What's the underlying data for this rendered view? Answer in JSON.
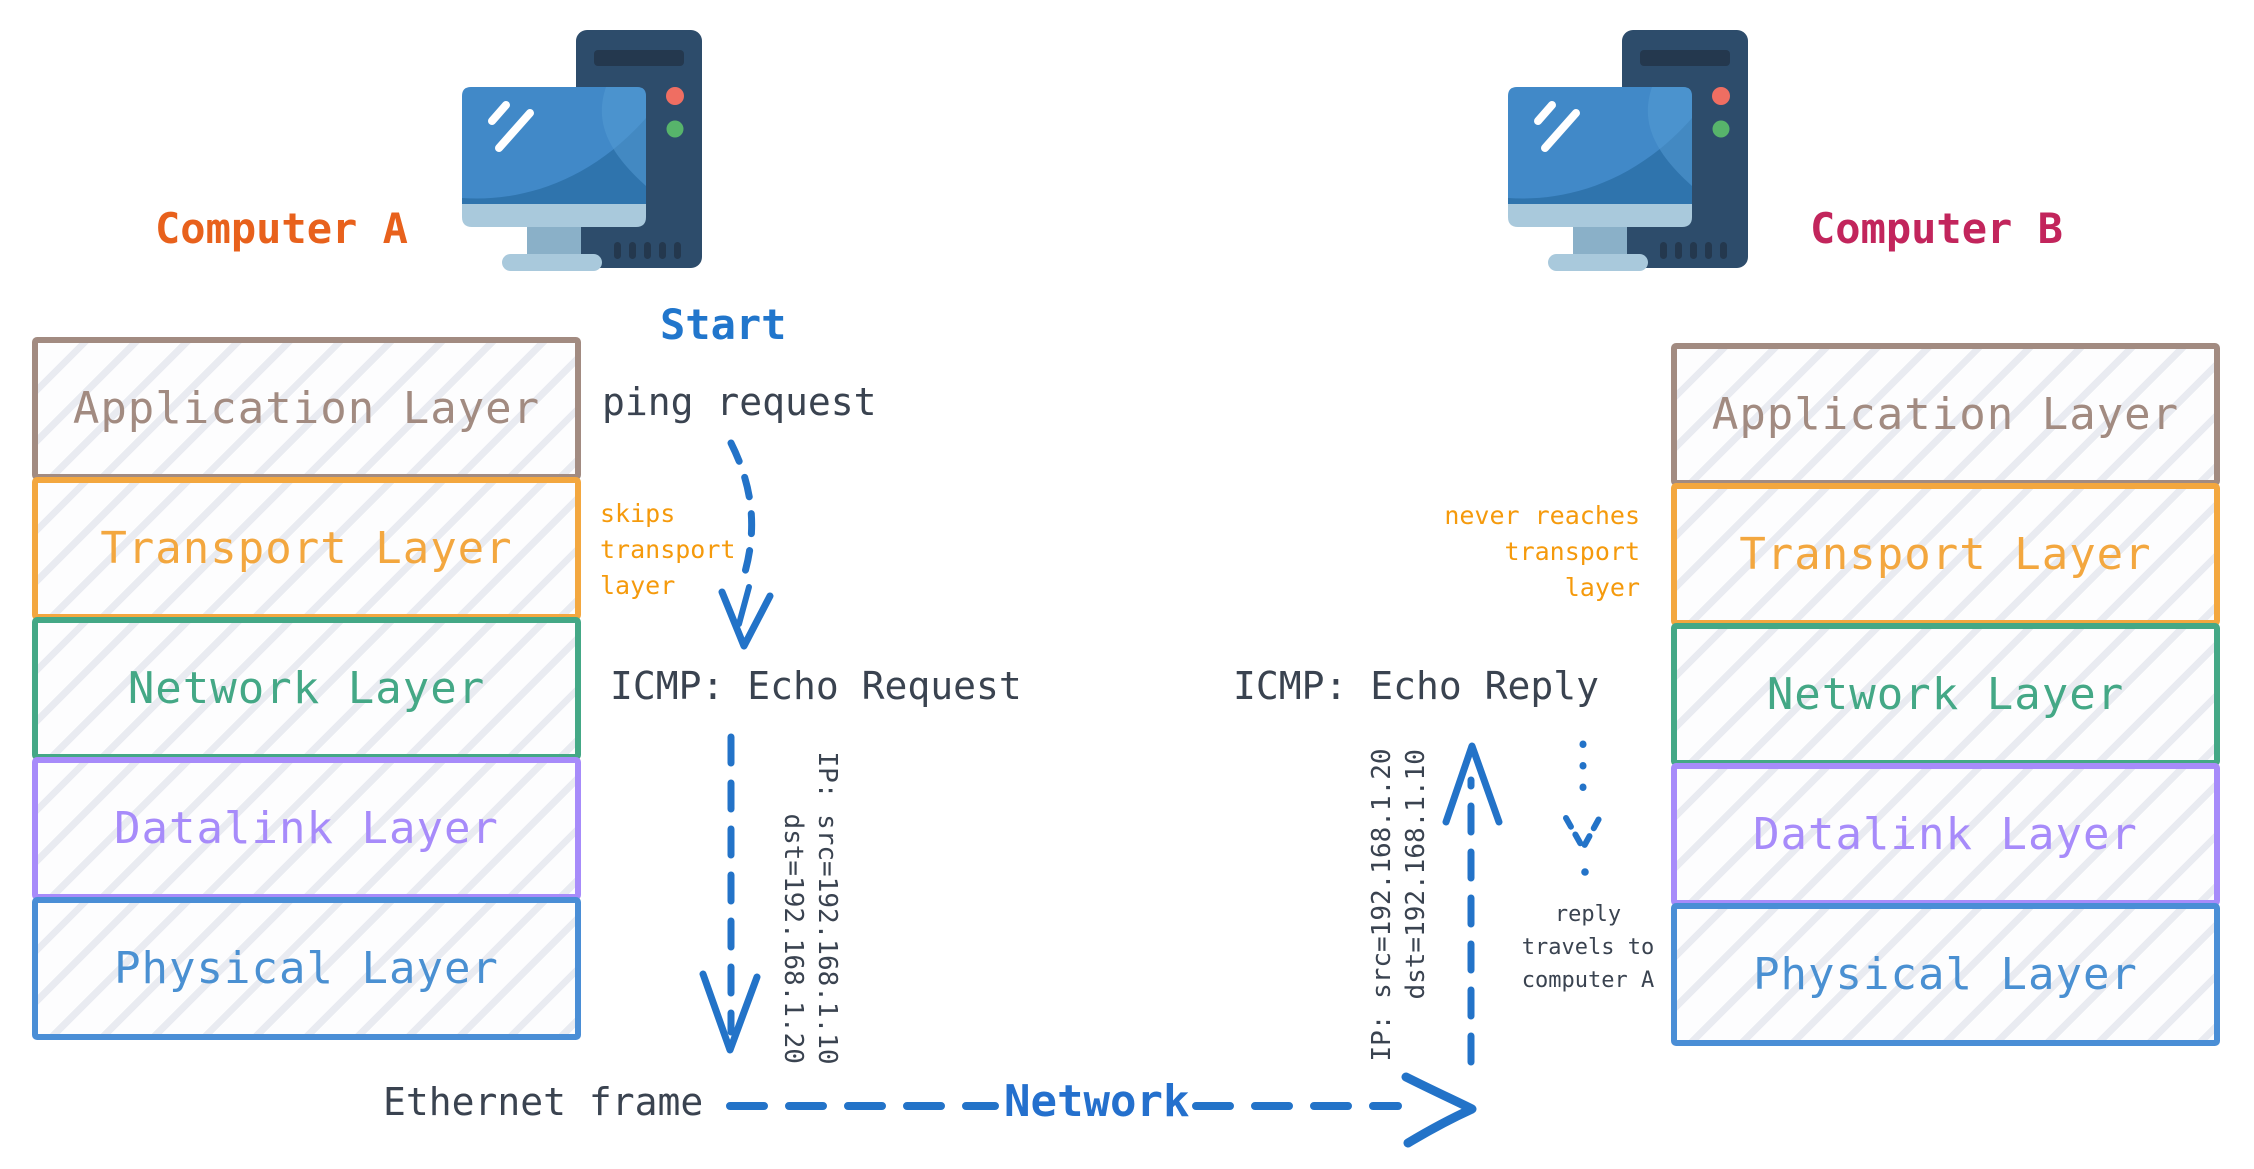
{
  "computers": {
    "a": {
      "label": "Computer A",
      "color": "#e8611c"
    },
    "b": {
      "label": "Computer B",
      "color": "#c2255c"
    }
  },
  "layers": [
    {
      "label": "Application Layer",
      "color": "#a28b81"
    },
    {
      "label": "Transport Layer",
      "color": "#f3a73f"
    },
    {
      "label": "Network Layer",
      "color": "#44a886"
    },
    {
      "label": "Datalink Layer",
      "color": "#a78bfa"
    },
    {
      "label": "Physical Layer",
      "color": "#4a90d2"
    }
  ],
  "flow": {
    "start": "Start",
    "ping_request": "ping request",
    "skips_note_lines": [
      "skips",
      "transport",
      "layer"
    ],
    "icmp_request": "ICMP: Echo Request",
    "ip_request_lines": [
      "IP: src=192.168.1.10",
      "dst=192.168.1.20"
    ],
    "ethernet_frame": "Ethernet frame",
    "network": "Network",
    "icmp_reply": "ICMP: Echo Reply",
    "ip_reply_lines": [
      "IP: src=192.168.1.20",
      "dst=192.168.1.10"
    ],
    "never_reaches_lines": [
      "never reaches",
      "transport",
      "layer"
    ],
    "reply_note_lines": [
      "reply",
      "travels to",
      "computer A"
    ]
  },
  "colors": {
    "arrow_blue": "#2373c8",
    "dark_text": "#3a4350",
    "note_orange": "#f59a0c",
    "start_blue": "#2176cc",
    "network_blue": "#2470cd",
    "tower_navy": "#2d4c6b",
    "monitor_blue": "#4189c8",
    "power_red": "#ef6e62",
    "power_green": "#57b46b"
  },
  "icons": {
    "computer_a": "computer-icon",
    "computer_b": "computer-icon"
  }
}
